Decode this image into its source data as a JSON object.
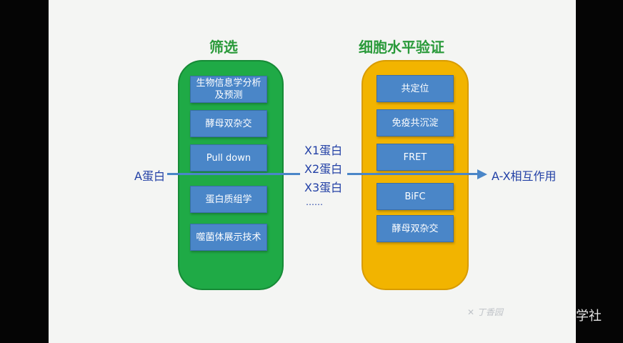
{
  "screening": {
    "title": "筛选",
    "items": [
      "生物信息学分析\n及预测",
      "酵母双杂交",
      "Pull down",
      "蛋白质组学",
      "噬菌体展示技术"
    ]
  },
  "validation": {
    "title": "细胞水平验证",
    "items": [
      "共定位",
      "免疫共沉淀",
      "FRET",
      "BiFC",
      "酵母双杂交"
    ]
  },
  "flow": {
    "input": "A蛋白",
    "candidates": [
      "X1蛋白",
      "X2蛋白",
      "X3蛋白",
      "……"
    ],
    "output": "A-X相互作用"
  },
  "watermark": {
    "logo": "丁香园",
    "suffix": "学社"
  },
  "colors": {
    "green": "#1faa46",
    "yellow": "#f2b400",
    "box": "#4a86c8",
    "text_blue": "#2341a6"
  }
}
